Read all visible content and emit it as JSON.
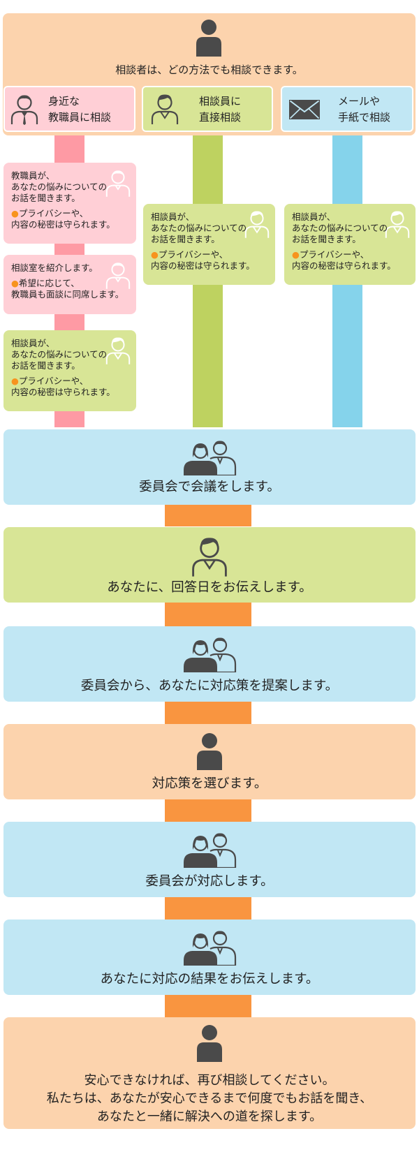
{
  "header": {
    "title": "相談者は、どの方法でも相談できます。"
  },
  "methods": [
    {
      "line1": "身近な",
      "line2": "教職員に相談",
      "icon": "teacher-icon"
    },
    {
      "line1": "相談員に",
      "line2": "直接相談",
      "icon": "counselor-icon"
    },
    {
      "line1": "メールや",
      "line2": "手紙で相談",
      "icon": "mail-icon"
    }
  ],
  "cards": {
    "col1_a": {
      "line1": "教職員が、",
      "line2": "あなたの悩みについての",
      "line3": "お話を聞きます。",
      "bullet": "●",
      "note1": "プライバシーや、",
      "note2": "内容の秘密は守られます。"
    },
    "col1_b": {
      "line1": "相談室を紹介します。",
      "bullet": "●",
      "note1": "希望に応じて、",
      "note2": "教職員も面談に同席します。"
    },
    "col1_c": {
      "line1": "相談員が、",
      "line2": "あなたの悩みについての",
      "line3": "お話を聞きます。",
      "bullet": "●",
      "note1": "プライバシーや、",
      "note2": "内容の秘密は守られます。"
    },
    "col2": {
      "line1": "相談員が、",
      "line2": "あなたの悩みについての",
      "line3": "お話を聞きます。",
      "bullet": "●",
      "note1": "プライバシーや、",
      "note2": "内容の秘密は守られます。"
    },
    "col3": {
      "line1": "相談員が、",
      "line2": "あなたの悩みについての",
      "line3": "お話を聞きます。",
      "bullet": "●",
      "note1": "プライバシーや、",
      "note2": "内容の秘密は守られます。"
    }
  },
  "steps": [
    {
      "text": "委員会で会議をします。"
    },
    {
      "text": "あなたに、回答日をお伝えします。"
    },
    {
      "text": "委員会から、あなたに対応策を提案します。"
    },
    {
      "text": "対応策を選びます。"
    },
    {
      "text": "委員会が対応します。"
    },
    {
      "text": "あなたに対応の結果をお伝えします。"
    }
  ],
  "final": {
    "line1": "安心できなければ、再び相談してください。",
    "line2": "私たちは、あなたが安心できるまで何度でもお話を聞き、",
    "line3": "あなたと一緒に解決への道を探します。"
  },
  "colors": {
    "peach": "#fcd3ad",
    "pink": "#ffcfd6",
    "pink_stem": "#fe9aa4",
    "green": "#d8e596",
    "green_stem": "#bed260",
    "blue": "#c1e7f4",
    "blue_stem": "#85d3eb",
    "orange_connector": "#f99540",
    "icon_dark": "#4a4a4a",
    "bullet": "#f7931e"
  }
}
